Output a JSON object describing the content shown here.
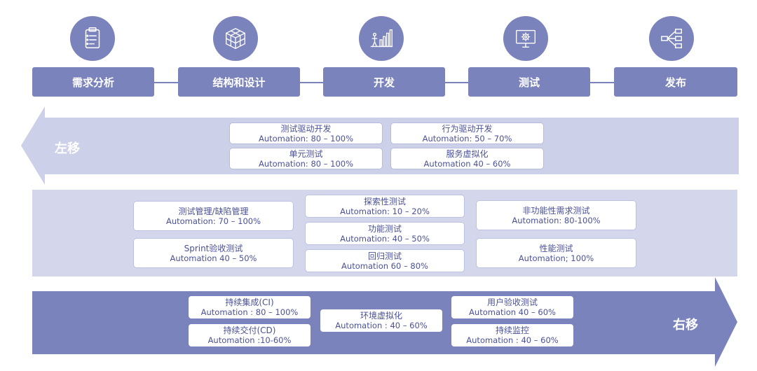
{
  "colors": {
    "accent": "#7b83bd",
    "band_left": "#ccd0e8",
    "band_mid": "#d4d7ec",
    "band_right": "#7b83bd",
    "card_text": "#4a5199"
  },
  "phases": [
    {
      "label": "需求分析",
      "icon": "clipboard-icon"
    },
    {
      "label": "结构和设计",
      "icon": "cube-icon"
    },
    {
      "label": "开发",
      "icon": "growth-chart-icon"
    },
    {
      "label": "测试",
      "icon": "gear-monitor-icon"
    },
    {
      "label": "发布",
      "icon": "share-network-icon"
    }
  ],
  "shift_left": {
    "label": "左移",
    "cards": [
      {
        "title": "测试驱动开发",
        "sub": "Automation: 80 – 100%"
      },
      {
        "title": "行为驱动开发",
        "sub": "Automation: 50 – 70%"
      },
      {
        "title": "单元测试",
        "sub": "Automation: 80 – 100%"
      },
      {
        "title": "服务虚拟化",
        "sub": "Automation 40 – 60%"
      }
    ]
  },
  "middle": {
    "cards": [
      {
        "title": "测试管理/缺陷管理",
        "sub": "Automation: 70 – 100%"
      },
      {
        "title": "Sprint验收测试",
        "sub": "Automation 40 – 50%"
      },
      {
        "title": "探索性测试",
        "sub": "Automation: 10 – 20%"
      },
      {
        "title": "功能测试",
        "sub": "Automation: 40 – 50%"
      },
      {
        "title": "回归测试",
        "sub": "Automation 60 – 80%"
      },
      {
        "title": "非功能性需求测试",
        "sub": "Automation: 80-100%"
      },
      {
        "title": "性能测试",
        "sub": "Automation; 100%"
      }
    ]
  },
  "shift_right": {
    "label": "右移",
    "cards": [
      {
        "title": "持续集成(CI)",
        "sub": "Automation : 80 – 100%"
      },
      {
        "title": "持续交付(CD)",
        "sub": "Automation :10-60%"
      },
      {
        "title": "环境虚拟化",
        "sub": "Automation : 40 – 60%"
      },
      {
        "title": "用户验收测试",
        "sub": "Automation 40 – 60%"
      },
      {
        "title": "持续监控",
        "sub": "Automation : 40 – 60%"
      }
    ]
  }
}
